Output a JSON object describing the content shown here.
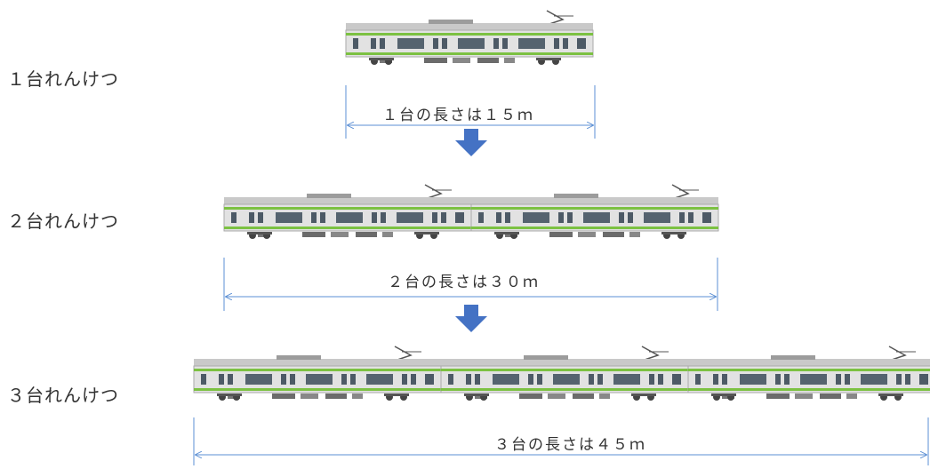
{
  "rows": [
    {
      "label": "１台れんけつ",
      "measure_text": "１台の長さは１５ｍ",
      "cars": 1
    },
    {
      "label": "２台れんけつ",
      "measure_text": "２台の長さは３０ｍ",
      "cars": 2
    },
    {
      "label": "３台れんけつ",
      "measure_text": "３台の長さは４５ｍ",
      "cars": 3
    }
  ],
  "colors": {
    "arrow": "#4472c4",
    "measure_line": "#5b8fd4",
    "train_stripe": "#7cc142",
    "train_body": "#dcdcdc"
  }
}
